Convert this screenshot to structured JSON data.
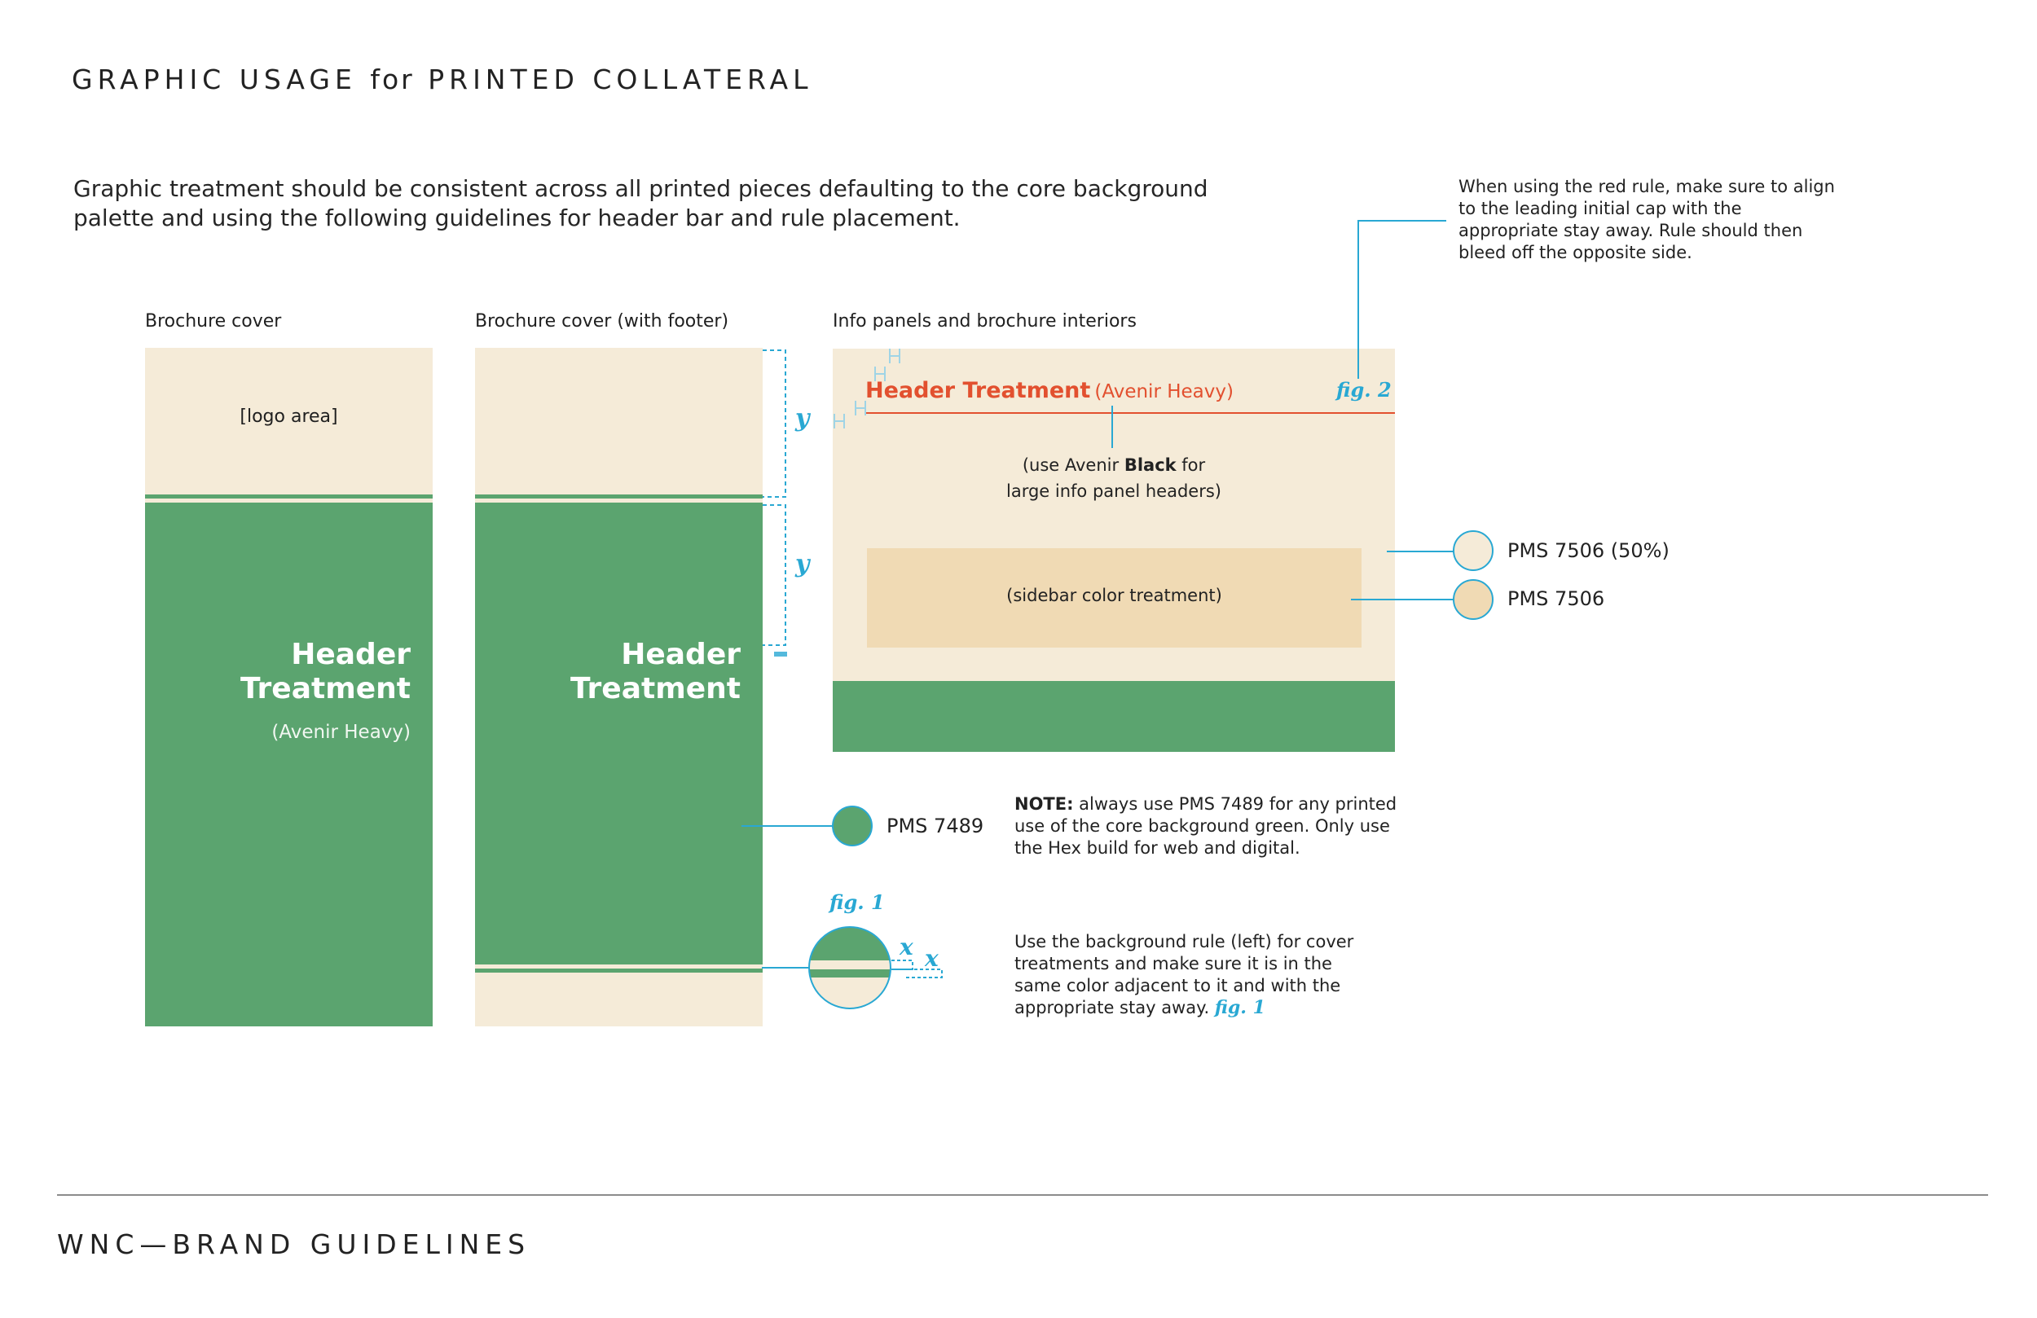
{
  "page": {
    "title_upper_1": "GRAPHIC USAGE",
    "title_lower": "for",
    "title_upper_2": "PRINTED COLLATERAL",
    "intro": "Graphic treatment should be consistent across all printed pieces defaulting to the core background palette and using the following guidelines for header bar and rule placement."
  },
  "panels": {
    "cover": {
      "label": "Brochure cover",
      "logo_area": "[logo area]",
      "header_line1": "Header",
      "header_line2": "Treatment",
      "header_sub": "(Avenir Heavy)"
    },
    "cover_footer": {
      "label": "Brochure cover (with footer)",
      "header_line1": "Header",
      "header_line2": "Treatment",
      "marker_y_top": "y",
      "marker_y_bottom": "y"
    },
    "info": {
      "label": "Info panels and brochure interiors",
      "header_bold": "Header Treatment",
      "header_light": "(Avenir Heavy)",
      "fig": "fig. 2",
      "note_line1_pre": "(use Avenir ",
      "note_line1_bold": "Black",
      "note_line1_post": " for",
      "note_line2": "large info panel headers)",
      "sidebar": "(sidebar color treatment)"
    }
  },
  "annotations": {
    "red_rule": "When using the red rule, make sure to align to the leading initial cap with the appropriate stay away. Rule should then bleed off the opposite side.",
    "swatch_cream": "PMS 7506 (50%)",
    "swatch_tan": "PMS 7506",
    "swatch_green": "PMS 7489",
    "note_bold": "NOTE:",
    "note_text": " always use PMS 7489 for any printed use of the core background green. Only use the Hex build for web and digital.",
    "fig1_label": "fig. 1",
    "marker_x1": "x",
    "marker_x2": "x",
    "rule_note": "Use the background rule (left) for cover treatments and make sure it is in the same color adjacent to it and with the appropriate stay away.",
    "rule_note_fig": "fig. 1"
  },
  "footer": {
    "title": "WNC—BRAND GUIDELINES"
  },
  "colors": {
    "green": "#5ba46f",
    "cream": "#f5ebd8",
    "tan": "#f0dab4",
    "red": "#e2502f",
    "cyan": "#29a8d3"
  }
}
